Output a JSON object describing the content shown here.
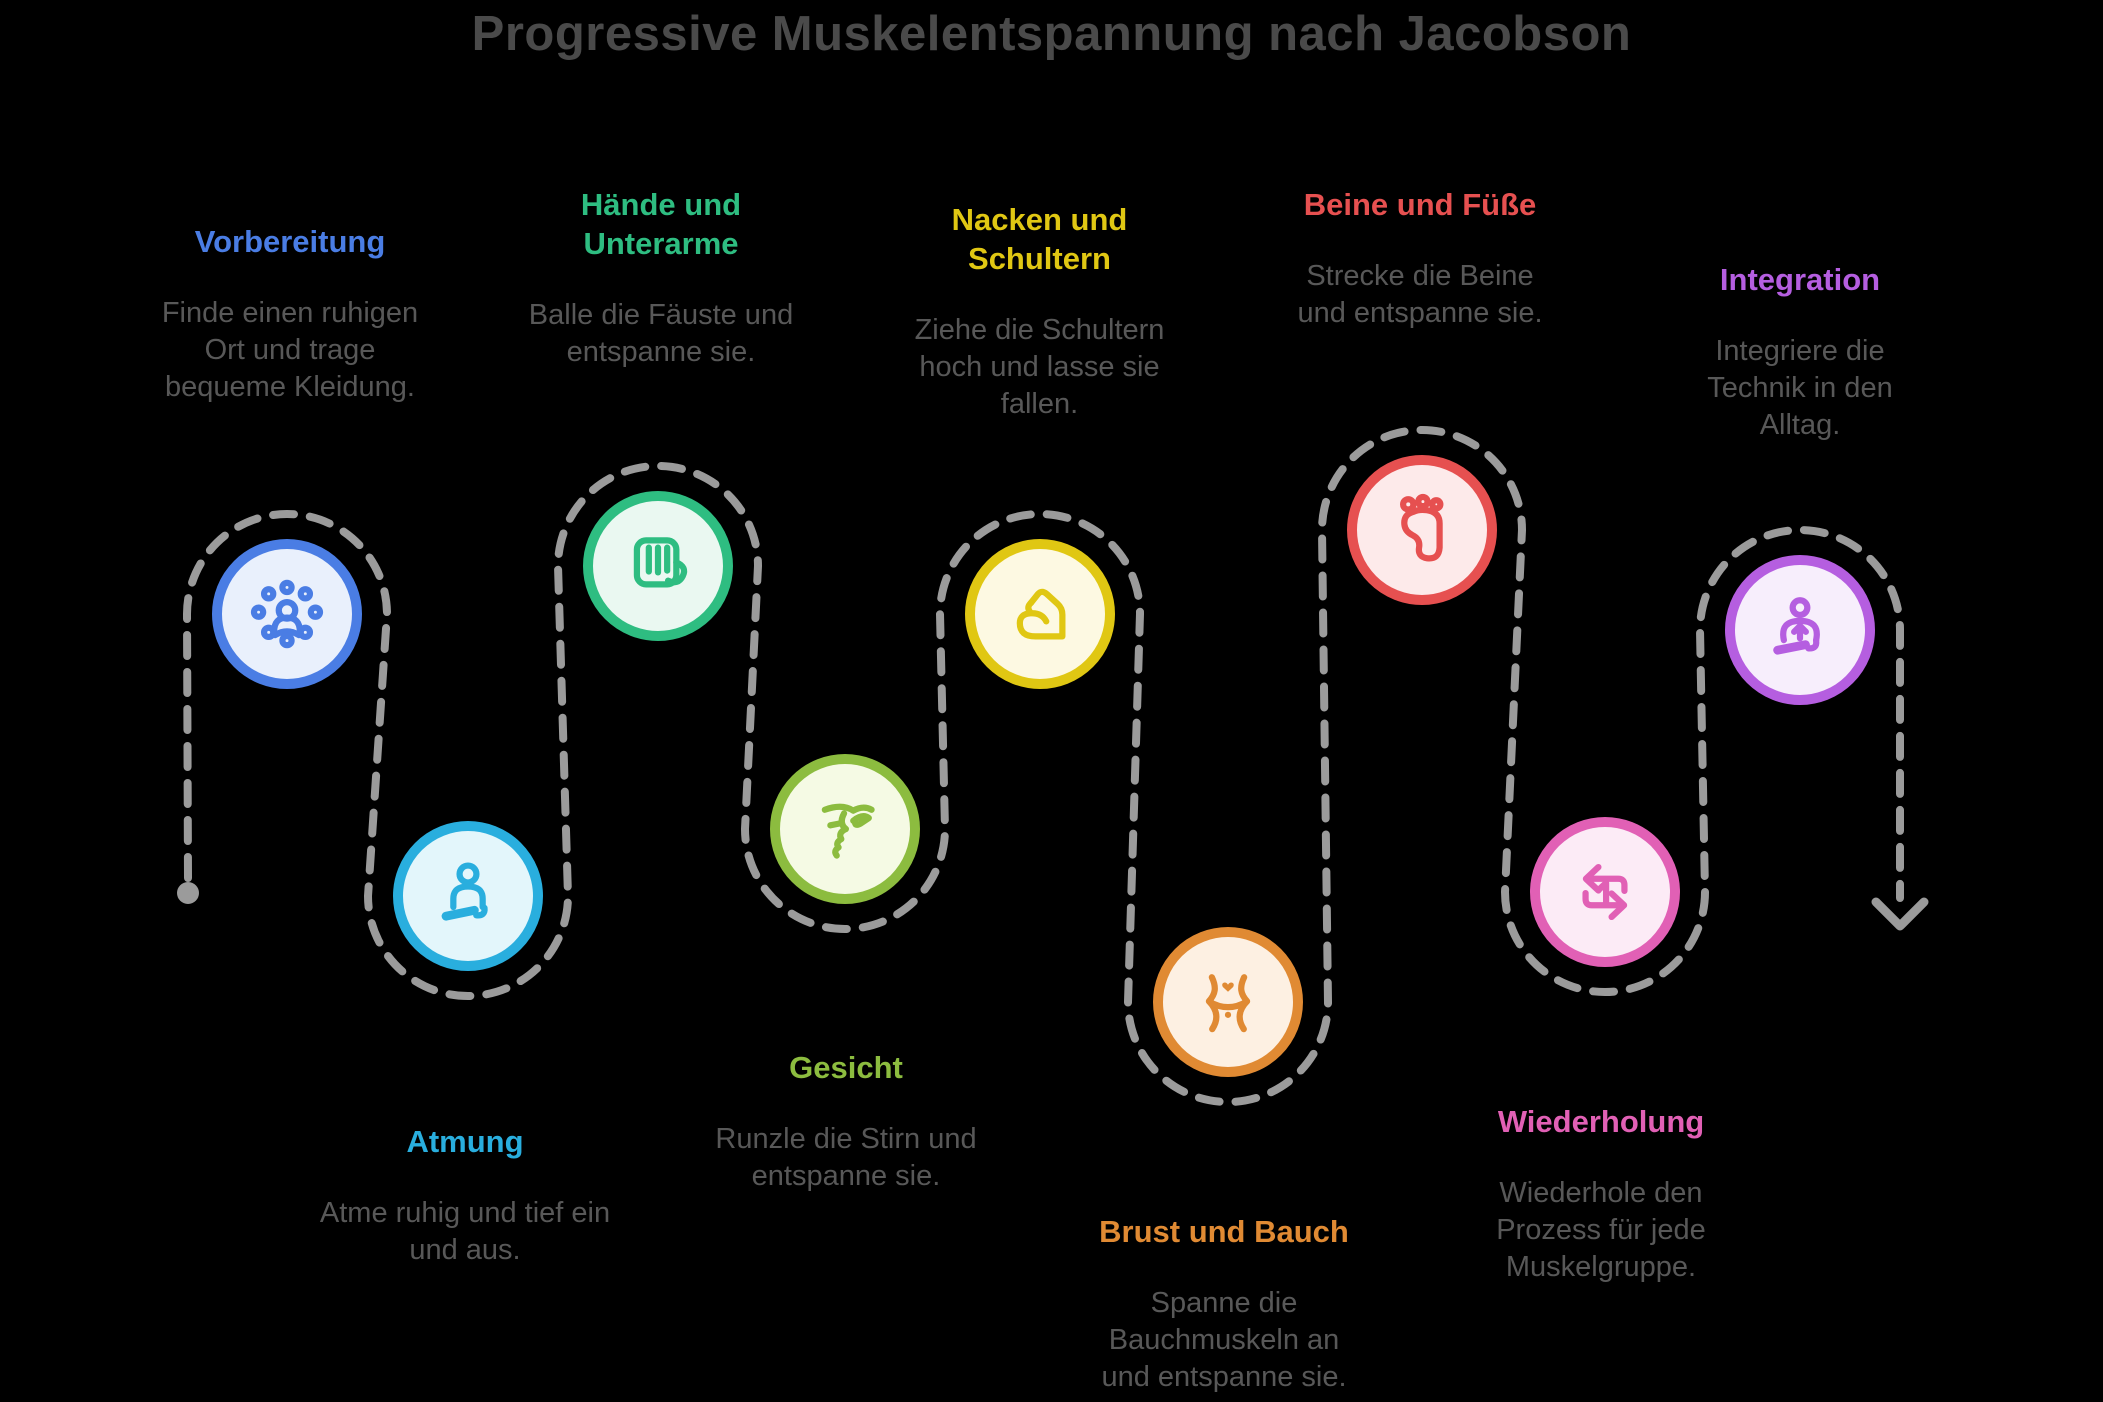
{
  "title": "Progressive Muskelentspannung nach Jacobson",
  "steps": [
    {
      "title": "Vorbereitung",
      "desc": "Finde einen ruhigen Ort und trage bequeme Kleidung.",
      "color": "#4a7de4",
      "fill": "#e9f0fc",
      "icon": "meditation-group-icon"
    },
    {
      "title": "Atmung",
      "desc": "Atme ruhig und tief ein und aus.",
      "color": "#29aede",
      "fill": "#e3f6fb",
      "icon": "lotus-pose-icon"
    },
    {
      "title": "Hände und Unterarme",
      "desc": "Balle die Fäuste und entspanne sie.",
      "color": "#2ebd81",
      "fill": "#eaf8f1",
      "icon": "fist-icon"
    },
    {
      "title": "Gesicht",
      "desc": "Runzle die Stirn und entspanne sie.",
      "color": "#8cbc3f",
      "fill": "#f5fae4",
      "icon": "face-profile-icon"
    },
    {
      "title": "Nacken und Schultern",
      "desc": "Ziehe die Schultern hoch und lasse sie fallen.",
      "color": "#e0c713",
      "fill": "#fdf9e2",
      "icon": "flexed-arm-icon"
    },
    {
      "title": "Brust und Bauch",
      "desc": "Spanne die Bauchmuskeln an und entspanne sie.",
      "color": "#e08a33",
      "fill": "#fdf0e2",
      "icon": "torso-icon"
    },
    {
      "title": "Beine und Füße",
      "desc": "Strecke die Beine und entspanne sie.",
      "color": "#e65050",
      "fill": "#fdeaea",
      "icon": "foot-icon"
    },
    {
      "title": "Wiederholung",
      "desc": "Wiederhole den Prozess für jede Muskelgruppe.",
      "color": "#e160b5",
      "fill": "#fcebf6",
      "icon": "repeat-one-icon"
    },
    {
      "title": "Integration",
      "desc": "Integriere die Technik in den Alltag.",
      "color": "#b55ee0",
      "fill": "#f7eefc",
      "icon": "meditation-arrow-icon"
    }
  ],
  "path": {
    "color": "#9b9b9b",
    "style": "dashed",
    "start": "dot",
    "end": "arrow-down"
  }
}
